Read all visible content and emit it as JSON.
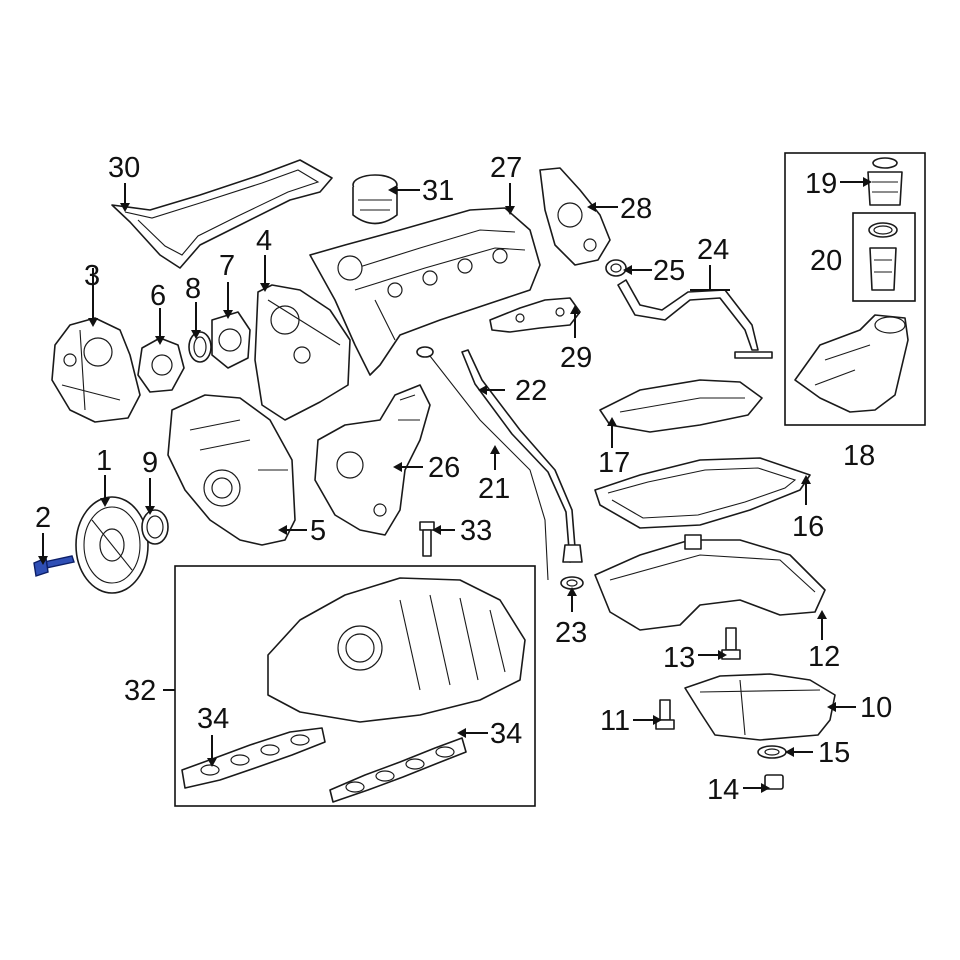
{
  "colors": {
    "highlight": "#2f4fb5",
    "line": "#1a1a1a",
    "background": "#ffffff"
  },
  "callouts": {
    "c1": "1",
    "c2": "2",
    "c3": "3",
    "c4": "4",
    "c5": "5",
    "c6": "6",
    "c7": "7",
    "c8": "8",
    "c9": "9",
    "c10": "10",
    "c11": "11",
    "c12": "12",
    "c13": "13",
    "c14": "14",
    "c15": "15",
    "c16": "16",
    "c17": "17",
    "c18": "18",
    "c19": "19",
    "c20": "20",
    "c21": "21",
    "c22": "22",
    "c23": "23",
    "c24": "24",
    "c25": "25",
    "c26": "26",
    "c27": "27",
    "c28": "28",
    "c29": "29",
    "c30": "30",
    "c31": "31",
    "c32": "32",
    "c33": "33",
    "c34a": "34",
    "c34b": "34"
  },
  "highlighted_part": "2"
}
